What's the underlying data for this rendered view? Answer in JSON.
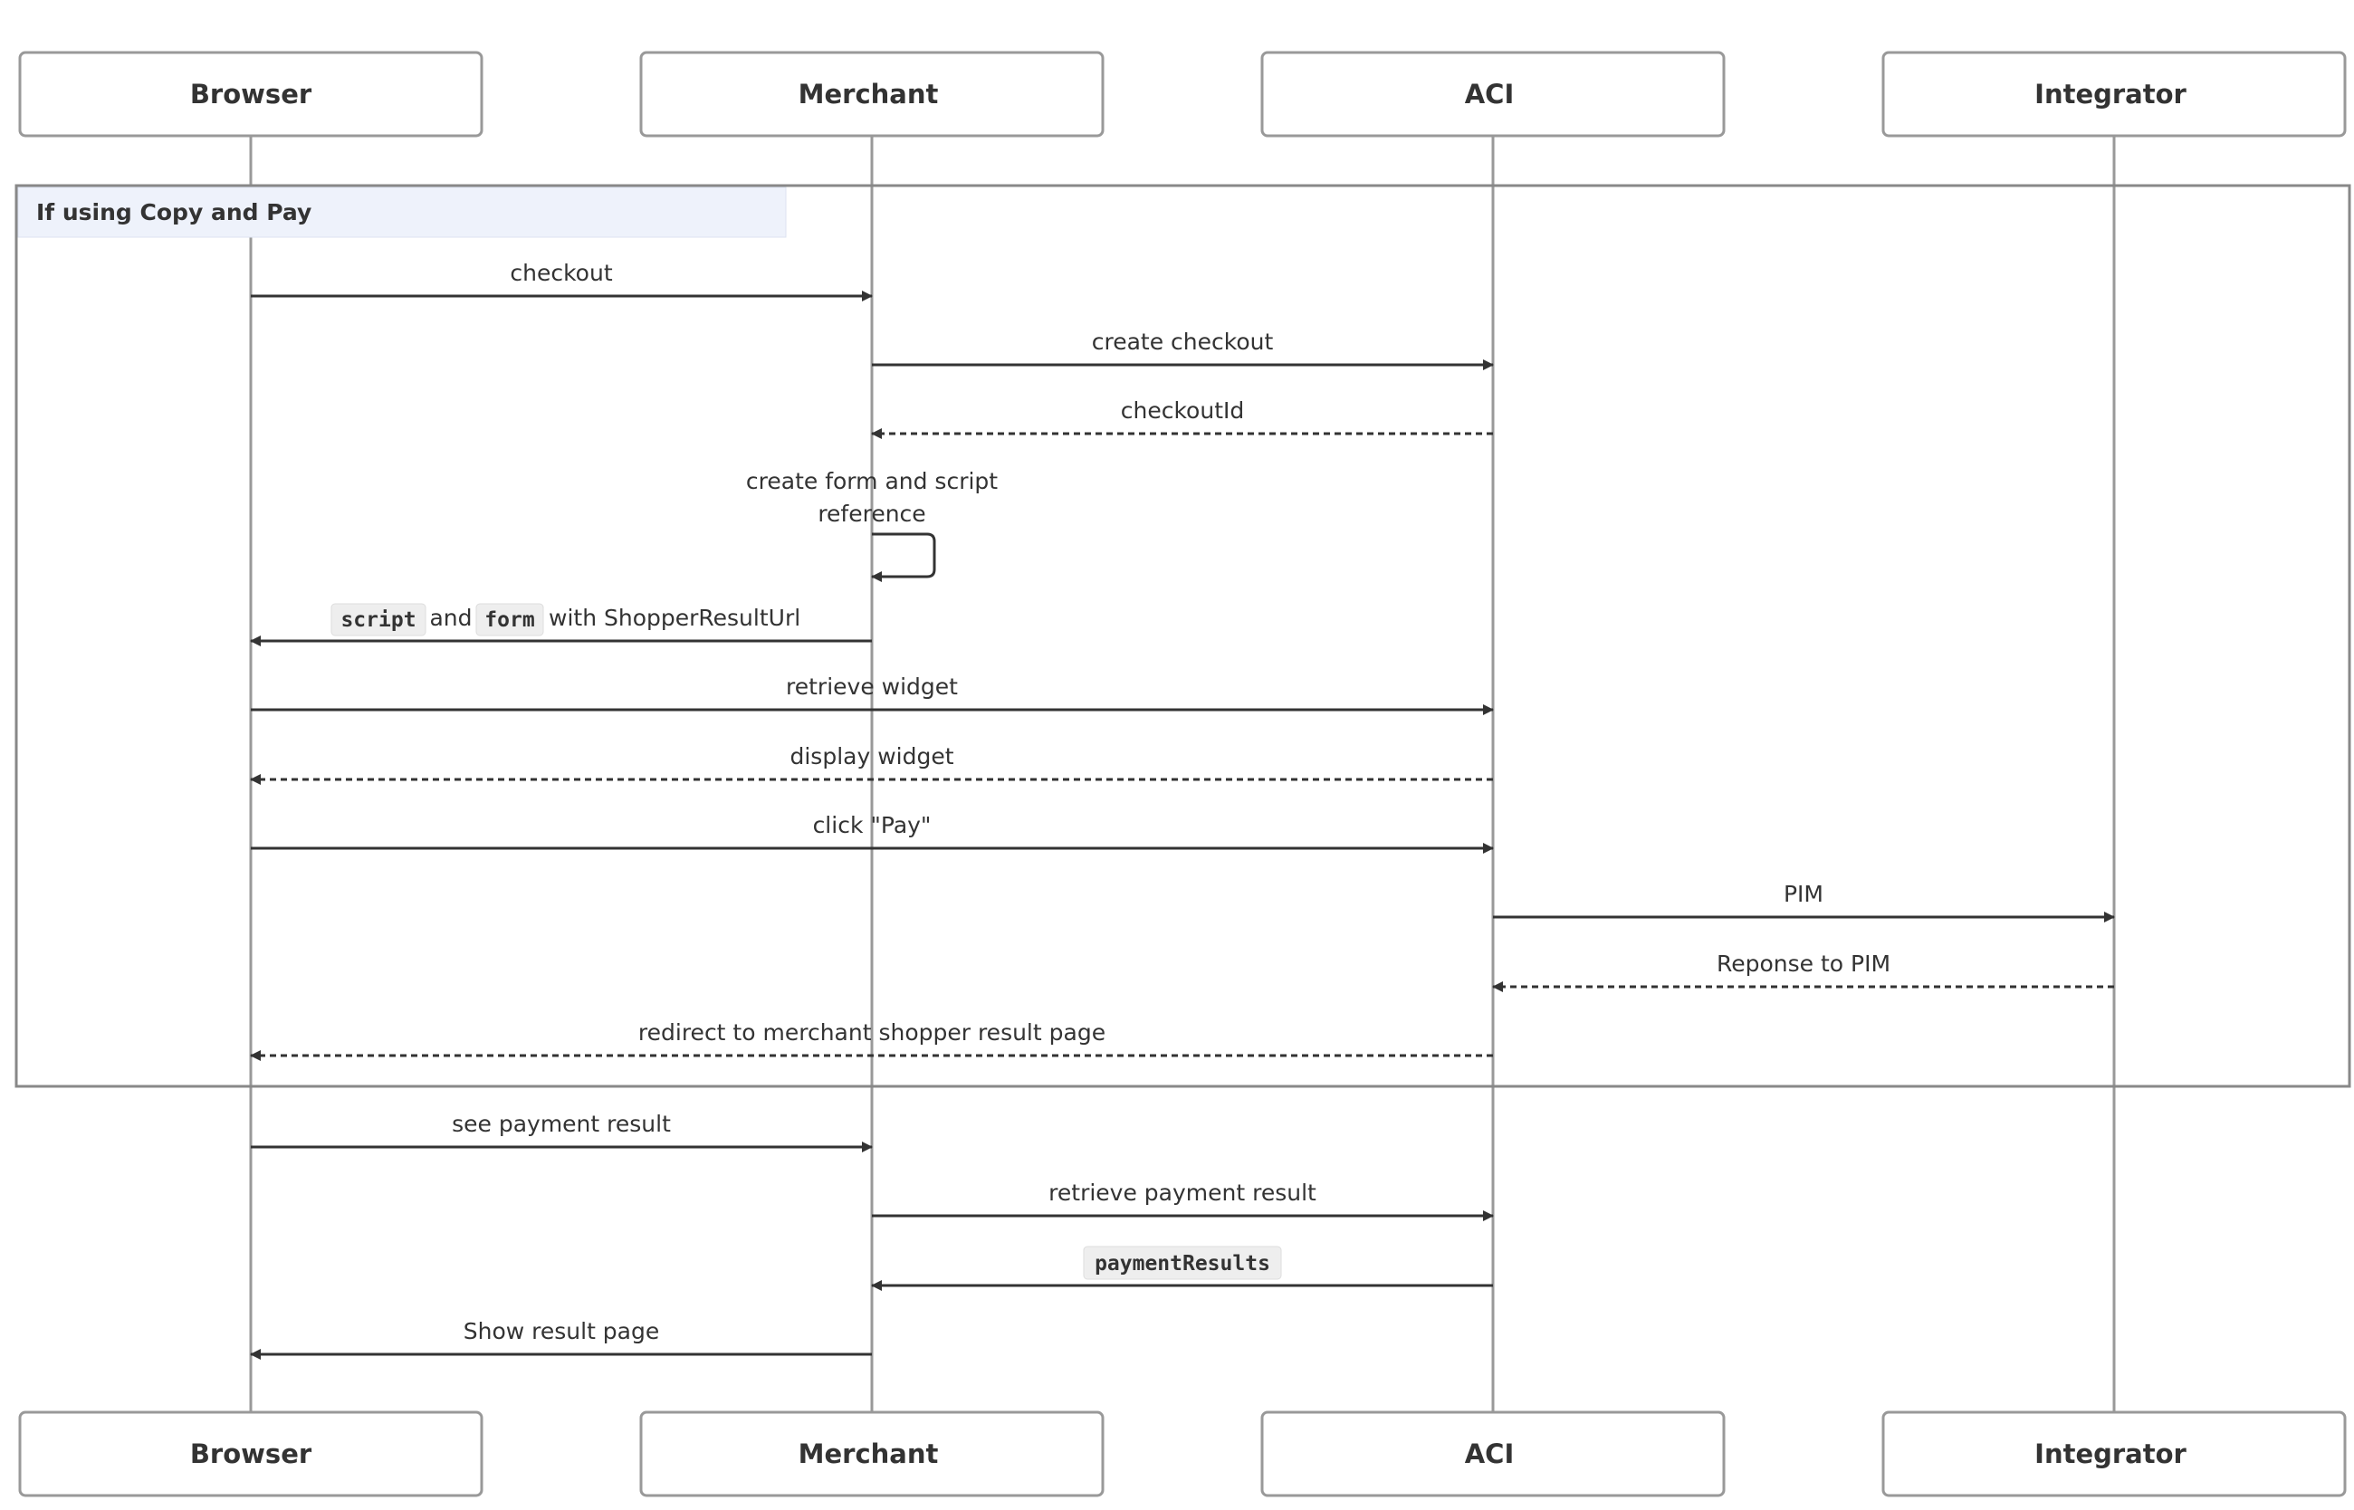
{
  "actors": [
    {
      "id": "browser",
      "label": "Browser"
    },
    {
      "id": "merchant",
      "label": "Merchant"
    },
    {
      "id": "aci",
      "label": "ACI"
    },
    {
      "id": "integrator",
      "label": "Integrator"
    }
  ],
  "group": {
    "label": "If using Copy and Pay"
  },
  "messages": [
    {
      "from": "browser",
      "to": "merchant",
      "style": "solid",
      "label": "checkout"
    },
    {
      "from": "merchant",
      "to": "aci",
      "style": "solid",
      "label": "create checkout"
    },
    {
      "from": "aci",
      "to": "merchant",
      "style": "dashed",
      "label": "checkoutId"
    },
    {
      "from": "merchant",
      "to": "merchant",
      "style": "solid",
      "label_line1": "create form and script",
      "label_line2": "reference"
    },
    {
      "from": "merchant",
      "to": "browser",
      "style": "solid",
      "code1": "script",
      "text_mid": "and",
      "code2": "form",
      "text_end": "with ShopperResultUrl"
    },
    {
      "from": "browser",
      "to": "aci",
      "style": "solid",
      "label": "retrieve widget"
    },
    {
      "from": "aci",
      "to": "browser",
      "style": "dashed",
      "label": "display widget"
    },
    {
      "from": "browser",
      "to": "aci",
      "style": "solid",
      "label": "click \"Pay\""
    },
    {
      "from": "aci",
      "to": "integrator",
      "style": "solid",
      "label": "PIM"
    },
    {
      "from": "integrator",
      "to": "aci",
      "style": "dashed",
      "label": "Reponse to PIM"
    },
    {
      "from": "aci",
      "to": "browser",
      "style": "dashed",
      "label": "redirect to merchant shopper result page"
    },
    {
      "from": "browser",
      "to": "merchant",
      "style": "solid",
      "label": "see payment result"
    },
    {
      "from": "merchant",
      "to": "aci",
      "style": "solid",
      "label": "retrieve payment result"
    },
    {
      "from": "aci",
      "to": "merchant",
      "style": "solid",
      "code": "paymentResults"
    },
    {
      "from": "merchant",
      "to": "browser",
      "style": "solid",
      "label": "Show result page"
    }
  ],
  "colors": {
    "line": "#333333",
    "actor_border": "#999999",
    "lifeline": "#999999",
    "group_border": "#888888",
    "group_label_bg": "#eef2fb",
    "code_bg": "#eeeeee"
  }
}
